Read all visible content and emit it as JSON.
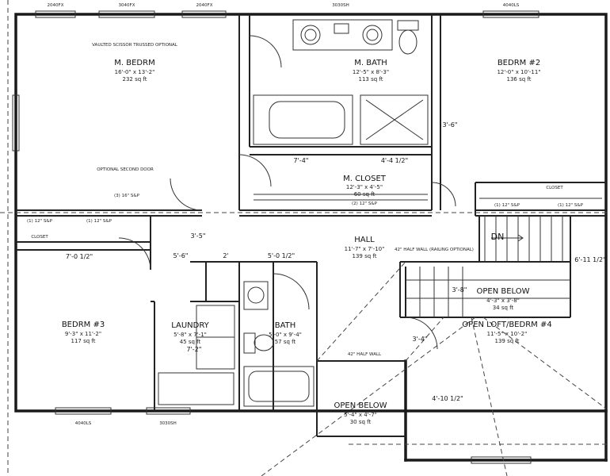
{
  "rooms": {
    "master_bedroom": {
      "name": "M. BEDRM",
      "size": "16'-0\" x 13'-2\"",
      "area": "232 sq ft",
      "note": "VAULTED SCISSOR TRUSSED OPTIONAL"
    },
    "master_bath": {
      "name": "M. BATH",
      "size": "12'-5\" x 8'-3\"",
      "area": "113 sq ft"
    },
    "bedroom2": {
      "name": "BEDRM #2",
      "size": "12'-0\" x 10'-11\"",
      "area": "136 sq ft"
    },
    "master_closet": {
      "name": "M. CLOSET",
      "size": "12'-3\" x 4'-5\"",
      "area": "60 sq ft"
    },
    "hall": {
      "name": "HALL",
      "size": "11'-7\" x 7'-10\"",
      "area": "139 sq ft"
    },
    "bedroom3": {
      "name": "BEDRM #3",
      "size": "9'-3\" x 11'-2\"",
      "area": "117 sq ft"
    },
    "laundry": {
      "name": "LAUNDRY",
      "size": "5'-8\" x 7'-1\"",
      "area": "45 sq ft"
    },
    "bath": {
      "name": "BATH",
      "size": "5'-0\" x 9'-4\"",
      "area": "57 sq ft"
    },
    "open_below_stair": {
      "name": "OPEN BELOW",
      "size": "4'-3\" x 3'-8\"",
      "area": "34 sq ft"
    },
    "open_loft": {
      "name": "OPEN LOFT/BEDRM #4",
      "size": "11'-5\" x 10'-2\"",
      "area": "139 sq ft"
    },
    "open_below_lower": {
      "name": "OPEN BELOW",
      "size": "5'-4\" x 4'-7\"",
      "area": "30 sq ft"
    }
  },
  "notes": {
    "optional_door": "OPTIONAL SECOND DOOR",
    "half_wall_railing": "42\" HALF WALL (RAILING OPTIONAL)",
    "half_wall": "42\" HALF WALL",
    "down": "DN",
    "closet_small": "CLOSET",
    "shelf_12": "(1) 12\" S&P",
    "shelf_16": "(3) 16\" S&P",
    "shelf_12b": "(2) 12\" S&P"
  },
  "dimensions": {
    "d_7_4": "7'-4\"",
    "d_4_4_half": "4'-4 1/2\"",
    "d_7_0_half": "7'-0 1/2\"",
    "d_5_6": "5'-6\"",
    "d_2": "2'",
    "d_5_0_half": "5'-0 1/2\"",
    "d_6_11_half": "6'-11 1/2\"",
    "d_7_2": "7'-2\"",
    "d_3_5_left": "3'-5\"",
    "d_3_6": "3'-6\"",
    "d_3_4": "3'-4\"",
    "d_4_10_half": "4'-10 1/2\"",
    "d_3_8": "3'-8\""
  },
  "window_labels": {
    "w1": "2040FX",
    "w2": "3040FX",
    "w3": "2040FX",
    "w4": "3030SH",
    "w5": "4040LS",
    "w6": "4040LS",
    "w7": "3030SH"
  }
}
